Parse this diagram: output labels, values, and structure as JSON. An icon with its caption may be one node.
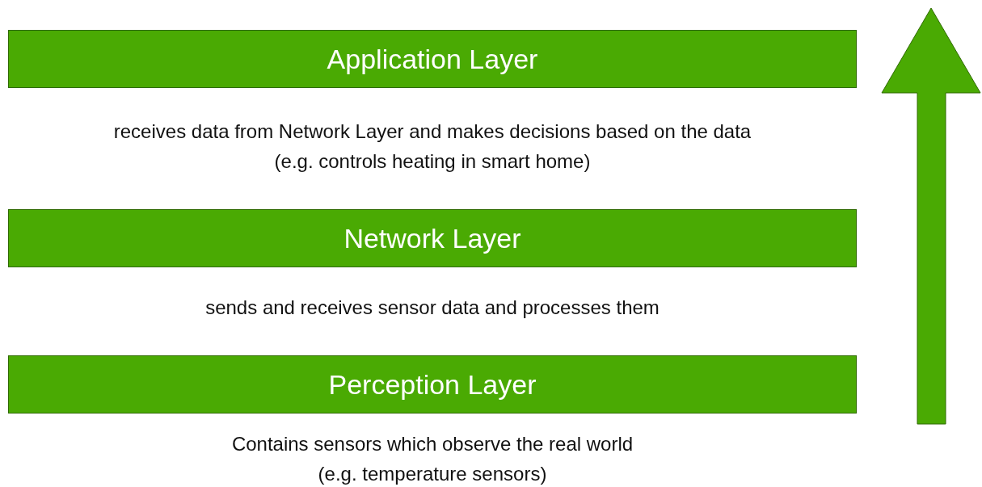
{
  "diagram": {
    "nodes": [
      {
        "text": [
          "Application Layer"
        ],
        "beside": [
          "receives data from Network Layer and makes decisions based on the data",
          "(e.g. controls heating in smart home)"
        ]
      },
      {
        "text": [
          "Network Layer"
        ],
        "beside": [
          "sends and receives sensor data and processes them"
        ]
      },
      {
        "text": [
          "Perception Layer"
        ],
        "beside": [
          "Contains sensors which observe the real world",
          "(e.g. temperature sensors)"
        ]
      }
    ]
  }
}
